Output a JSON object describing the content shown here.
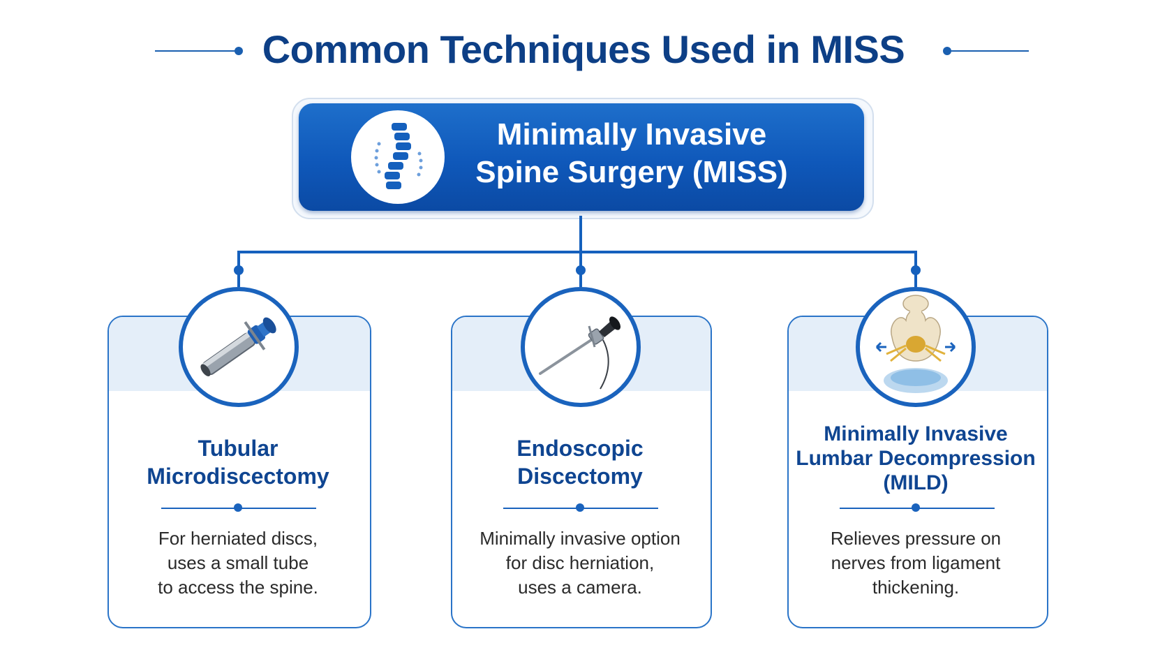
{
  "title": "Common Techniques Used in MISS",
  "main": {
    "line1": "Minimally Invasive",
    "line2": "Spine Surgery (MISS)",
    "icon": "spine-icon"
  },
  "colors": {
    "primary": "#1560bd",
    "title": "#0d3f86",
    "card_title": "#0f4591",
    "band": "#e4eef9"
  },
  "techniques": [
    {
      "title_lines": [
        "Tubular",
        "Microdiscectomy"
      ],
      "desc_lines": [
        "For herniated discs,",
        "uses a small tube",
        "to access the spine."
      ],
      "icon": "tubular-retractor-icon"
    },
    {
      "title_lines": [
        "Endoscopic",
        "Discectomy"
      ],
      "desc_lines": [
        "Minimally invasive option",
        "for disc herniation,",
        "uses a camera."
      ],
      "icon": "endoscope-icon"
    },
    {
      "title_lines": [
        "Minimally Invasive",
        "Lumbar Decompression",
        "(MILD)"
      ],
      "desc_lines": [
        "Relieves pressure on",
        "nerves from ligament",
        "thickening."
      ],
      "icon": "vertebra-decompression-icon"
    }
  ]
}
